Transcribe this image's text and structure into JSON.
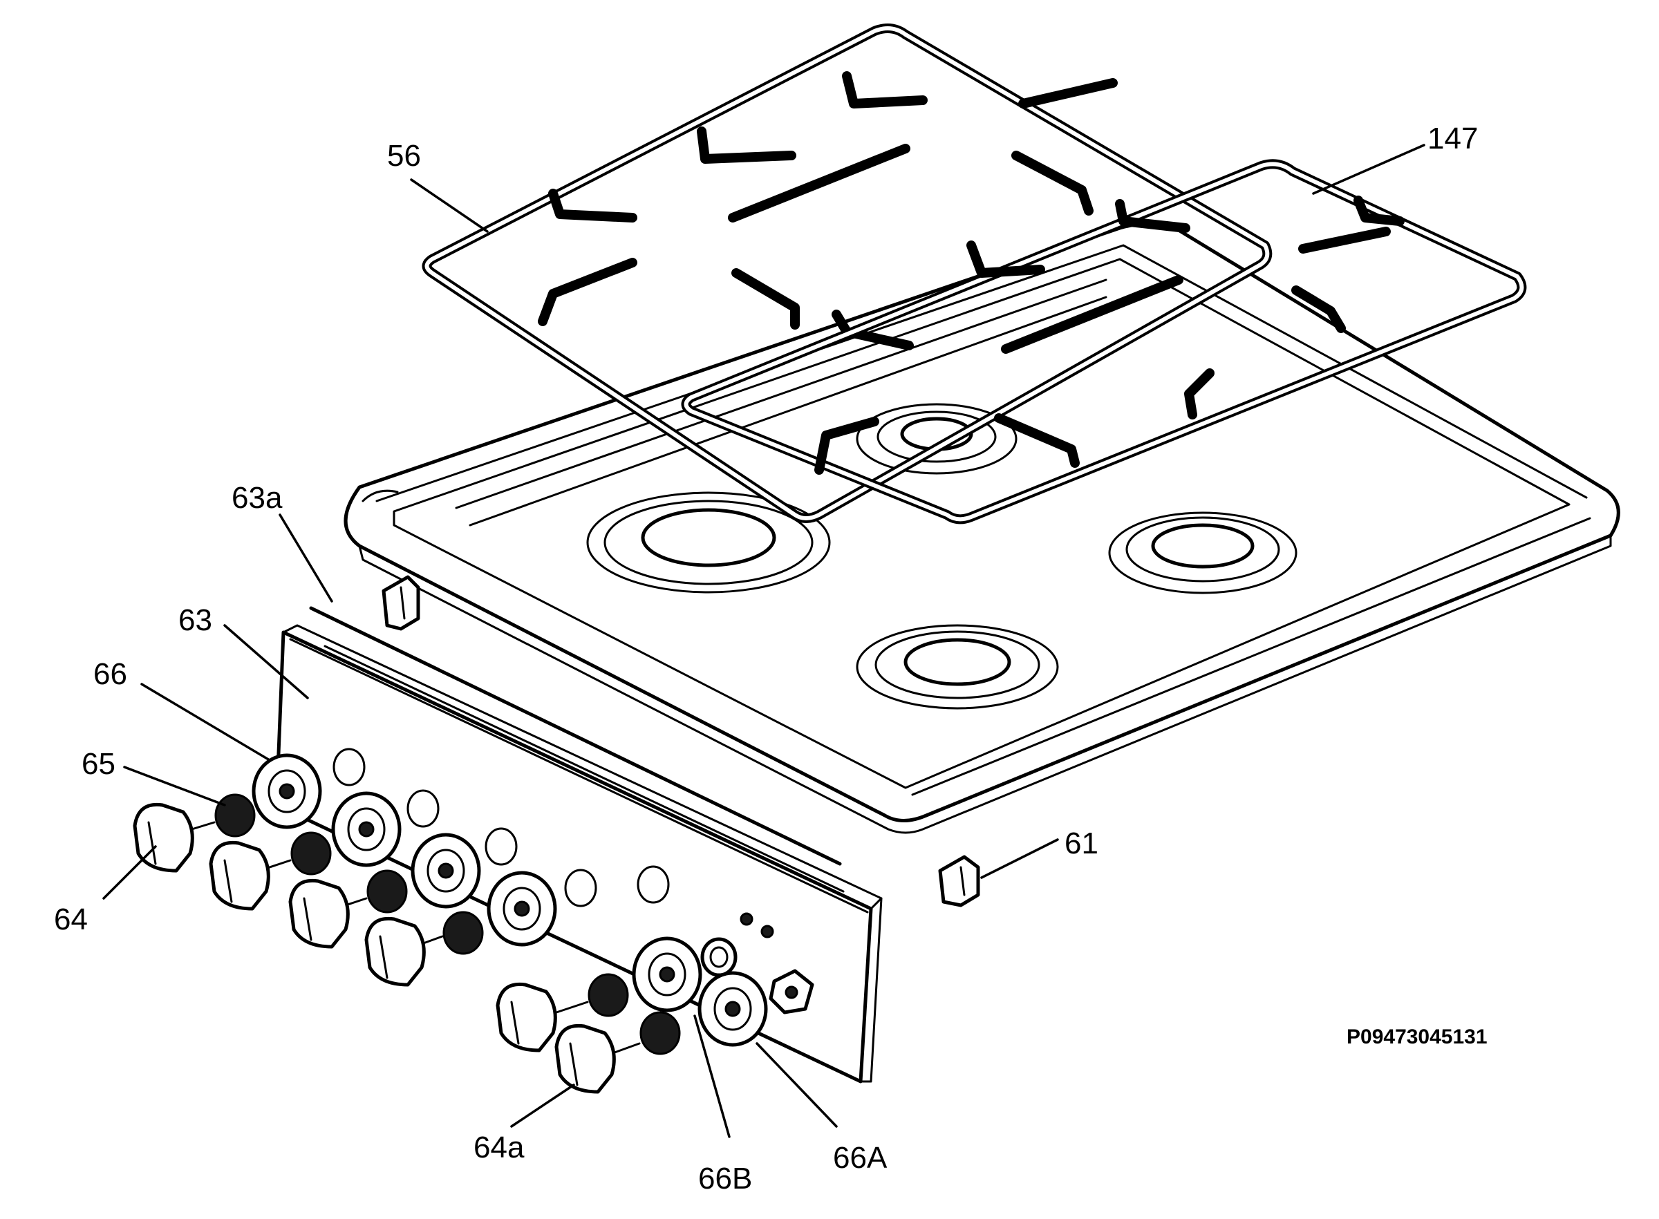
{
  "diagram": {
    "drawing_code": "P09473045131",
    "labels": [
      {
        "id": "56",
        "text": "56"
      },
      {
        "id": "147",
        "text": "147"
      },
      {
        "id": "63a",
        "text": "63a"
      },
      {
        "id": "63",
        "text": "63"
      },
      {
        "id": "66",
        "text": "66"
      },
      {
        "id": "65",
        "text": "65"
      },
      {
        "id": "64",
        "text": "64"
      },
      {
        "id": "61",
        "text": "61"
      },
      {
        "id": "64a",
        "text": "64a"
      },
      {
        "id": "66B",
        "text": "66B"
      },
      {
        "id": "66A",
        "text": "66A"
      }
    ]
  }
}
